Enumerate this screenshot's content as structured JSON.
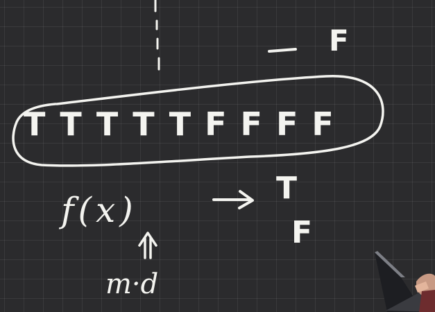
{
  "board": {
    "background": "#2b2b2d",
    "ink_color": "#f4f4f0",
    "grid_color": "rgba(255,255,255,0.07)"
  },
  "marks": {
    "top_f": "F",
    "sequence": "TTTTTFFFF",
    "function": "f(x)",
    "output_true": "T",
    "output_false": "F",
    "midpoint": "m·d"
  },
  "icons": {
    "dash": "dash-stroke",
    "arrow": "right-arrow",
    "up_arrow": "double-up-arrow",
    "ellipse": "hand-drawn-ellipse",
    "dotted_line": "dotted-vertical-line"
  }
}
